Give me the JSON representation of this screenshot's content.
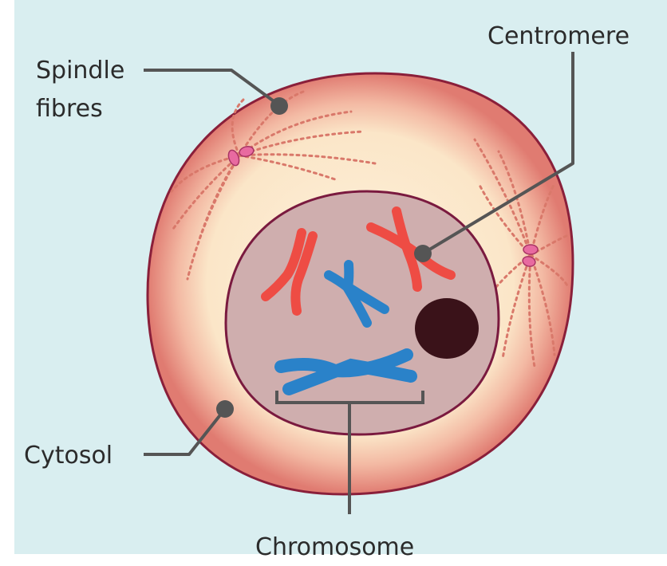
{
  "labels": {
    "spindle_line1": "Spindle",
    "spindle_line2": "fibres",
    "centromere": "Centromere",
    "cytosol": "Cytosol",
    "chromosome": "Chromosome"
  },
  "colors": {
    "background": "#d9eef0",
    "cell_outer": "#e27f74",
    "cell_rim": "#f2b8a4",
    "cytoplasm": "#fcebd0",
    "cell_border": "#8a1f3a",
    "nucleus_fill": "#cfaeae",
    "nucleus_border": "#7a1a3f",
    "nucleolus": "#3a1219",
    "chromosome_red": "#ee4c44",
    "chromosome_blue": "#2a82c9",
    "spindle_dots": "#d9786a",
    "centriole": "#e86aa0",
    "pointer": "#555555"
  }
}
